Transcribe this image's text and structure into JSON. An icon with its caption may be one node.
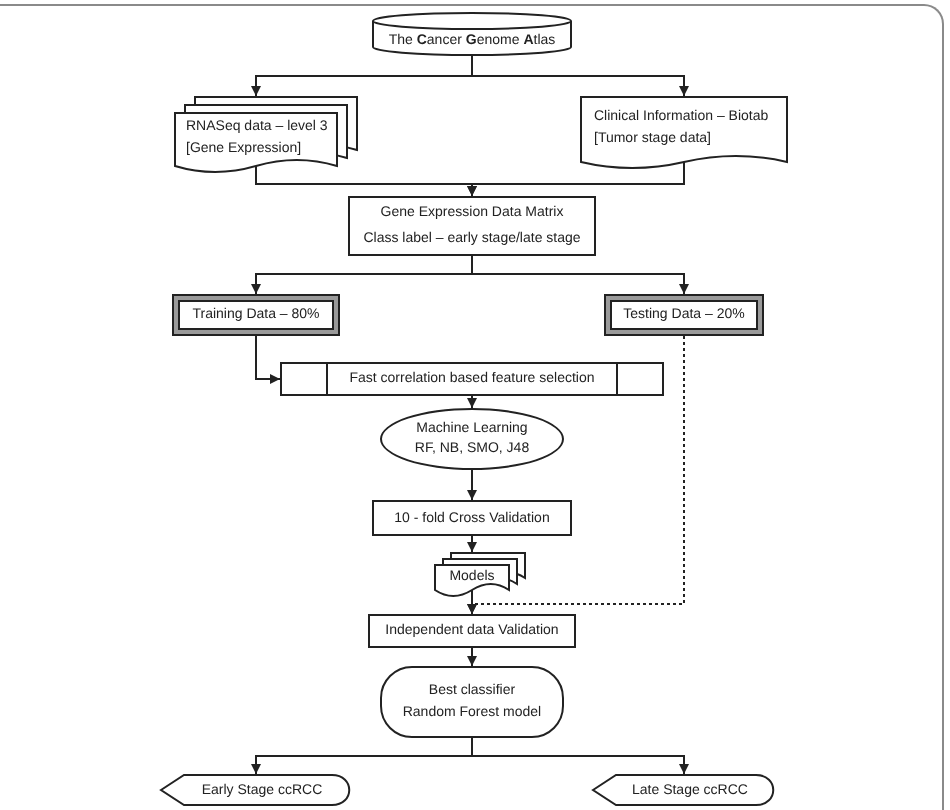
{
  "diagram": {
    "nodes": [
      {
        "text": [
          "The **C**ancer **G**enome **A**tlas"
        ]
      },
      {
        "text": [
          "RNASeq data – level 3",
          "[Gene Expression]"
        ]
      },
      {
        "text": [
          "Clinical Information – Biotab",
          "[Tumor stage data]"
        ]
      },
      {
        "text": [
          "Gene Expression Data Matrix",
          "Class label – early stage/late stage"
        ]
      },
      {
        "text": [
          "Training Data – 80%"
        ]
      },
      {
        "text": [
          "Testing Data – 20%"
        ]
      },
      {
        "text": [
          "Fast correlation based feature selection"
        ]
      },
      {
        "text": [
          "Machine Learning",
          "RF, NB, SMO, J48"
        ]
      },
      {
        "text": [
          "10 - fold Cross Validation"
        ]
      },
      {
        "text": [
          "Models"
        ]
      },
      {
        "text": [
          "Independent data Validation"
        ]
      },
      {
        "text": [
          "Best classifier",
          "Random Forest model"
        ]
      },
      {
        "text": [
          "Early Stage ccRCC"
        ]
      },
      {
        "text": [
          "Late Stage ccRCC"
        ]
      }
    ],
    "edges": [
      {
        "from": 0,
        "to": 1,
        "arrow": "to"
      },
      {
        "from": 0,
        "to": 2,
        "arrow": "to"
      },
      {
        "from": 1,
        "to": 3,
        "arrow": "to"
      },
      {
        "from": 2,
        "to": 3,
        "arrow": "to"
      },
      {
        "from": 3,
        "to": 4,
        "arrow": "to"
      },
      {
        "from": 3,
        "to": 5,
        "arrow": "to"
      },
      {
        "from": 4,
        "to": 6,
        "arrow": "to"
      },
      {
        "from": 6,
        "to": 7,
        "arrow": "to"
      },
      {
        "from": 7,
        "to": 8,
        "arrow": "to"
      },
      {
        "from": 8,
        "to": 9,
        "arrow": "to"
      },
      {
        "from": 9,
        "to": 10,
        "arrow": "to"
      },
      {
        "from": 5,
        "to": 10,
        "arrow": "to",
        "style": "dashed"
      },
      {
        "from": 10,
        "to": 11,
        "arrow": "to"
      },
      {
        "from": 11,
        "to": 12,
        "arrow": "to"
      },
      {
        "from": 11,
        "to": 13,
        "arrow": "to"
      }
    ]
  }
}
